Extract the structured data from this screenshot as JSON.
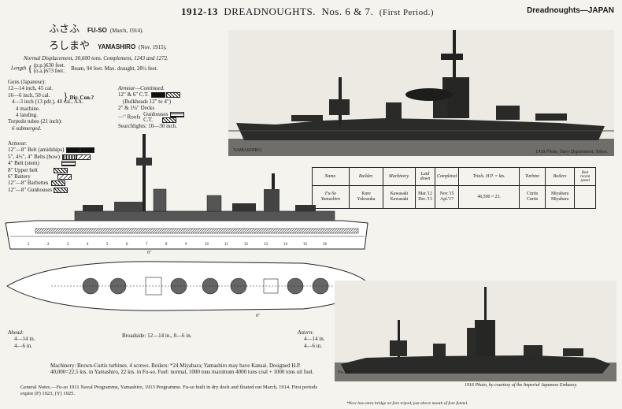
{
  "header": {
    "year": "1912-13",
    "title": "DREADNOUGHTS.",
    "nos": "Nos. 6 & 7.",
    "period": "(First Period.)",
    "right": "Dreadnoughts—JAPAN"
  },
  "ships": [
    {
      "kana": "ふさふ",
      "name": "FU-SO",
      "date": "(March, 1914)."
    },
    {
      "kana": "ろしまや",
      "name": "YAMASHIRO",
      "date": "(Nov. 1915)."
    }
  ],
  "particulars": {
    "line1": "Normal Displacement, 30,600 tons.  Complement, 1243 and 1272.",
    "length_label": "Length",
    "length_pp": "(p.p.)630 feet.",
    "length_oa": "(o.a.)673 feet.",
    "beam": "Beam, 94 feet.  Max. draught, 28½ feet."
  },
  "guns": {
    "title": "Guns (Japanese):",
    "items": [
      "12—14 inch, 45 cal.",
      "16—6 inch, 50 cal.",
      "4—3 inch (13 pdr.), 40 cal., AA.",
      "4 machine.",
      "4 landing."
    ],
    "dir_con": "Dir. Con.?",
    "torpedo_title": "Torpedo tubes (21 inch):",
    "torpedo": "6 submerged."
  },
  "armour": {
    "title": "Armour:",
    "items": [
      "12\"—8\" Belt (amidships)",
      "5\", 4½\", 4\" Belts (bow)",
      "4\" Belt (stern)",
      "8\" Upper belt",
      "6\" Battery",
      "12\"—8\" Barbettes",
      "12\"—8\" Gunhouses"
    ]
  },
  "armour_cont": {
    "title": "Armour—Continued.",
    "items": [
      "12\" & 6\" C.T.",
      "(Bulkheads 12\" to 4\")",
      "2\" & 1¼\" Decks",
      "—\" Roofs",
      "Gunhouses",
      "C.T."
    ],
    "searchlights": "Searchlights: 10—30 inch."
  },
  "photo1": {
    "caption_left": "YAMASHIRO.",
    "caption_right": "1918 Photo, Navy Department, Tokyo."
  },
  "photo2": {
    "caption_left": "Fu-So.*",
    "caption_right": "1916 Photo, by courtesy of the Imperial Japanese Embassy.",
    "footnote": "*Now has extra bridge on fore tripod, just above mouth of fore funnel."
  },
  "table": {
    "headers": [
      "Name.",
      "Builder.",
      "Machinery.",
      "Laid down",
      "Completed",
      "Trials. H.P. = kts.",
      "Turbine",
      "Boilers",
      "Best recent speed"
    ],
    "rows": [
      [
        "Fu-So\nYamashiro",
        "Kure\nYokosuka",
        "Kawasaki\nKawasaki",
        "Mar.'12\nDec.'13",
        "Nov.'15\nApl.'17",
        "46,500 = 23.",
        "Curtis\nCurtis",
        "Miyabara\nMiyabara",
        ""
      ]
    ]
  },
  "plan": {
    "ahead_label": "Ahead:",
    "ahead": [
      "4—14 in.",
      "4—6 in."
    ],
    "broadside": "Broadside: 12—14 in., 8—6 in.",
    "astern_label": "Astern:",
    "astern": [
      "4—14 in.",
      "4—6 in."
    ],
    "gun_mark": "6\""
  },
  "notes": {
    "machinery": "Machinery: Brown-Curtis turbines. 4 screws. Boilers: *24 Miyabara; Yamashiro may have Kansai. Designed H.P. 40,000=22.5 kts. in Yamashiro, 22 kts. in Fu-so. Fuel: normal, 1000 tons maximum 4000 tons coal + 1000 tons oil fuel.",
    "general": "General Notes.—Fu-so 1911 Naval Programme, Yamashiro, 1913 Programme. Fu-so built in dry dock and floated out March, 1914. First periods expire (F) 1923, (Y) 1925."
  },
  "colors": {
    "ink": "#1a1a1a",
    "paper": "#f4f3ee",
    "photo": "#3a3a38"
  }
}
